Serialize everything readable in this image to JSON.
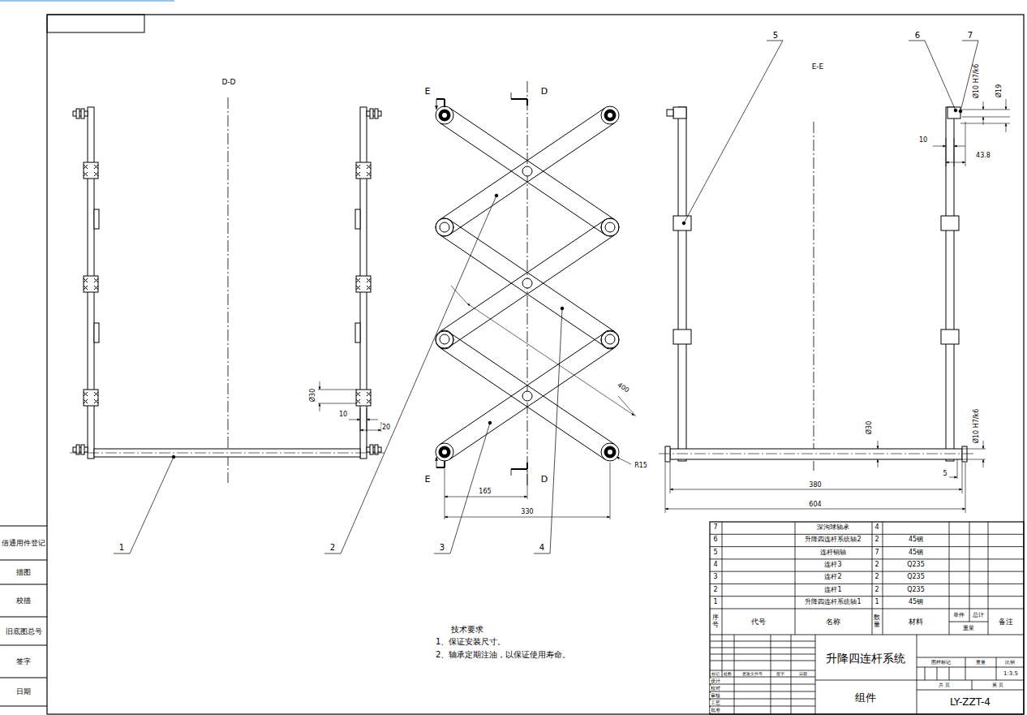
{
  "diagram": {
    "labels": [
      "D-D",
      "E-E",
      "E",
      "D",
      "E",
      "D",
      "1",
      "2",
      "3",
      "4",
      "5",
      "6",
      "7",
      "Ø30",
      "10",
      "20",
      "165",
      "330",
      "400",
      "R15",
      "Ø10 H7/k6",
      "Ø19",
      "10",
      "43.8",
      "Ø10 H7/k6",
      "Ø30",
      "5",
      "380",
      "604",
      "技术要求",
      "1、保证安装尺寸。",
      "2、轴承定期注油，以保证使用寿命。",
      "7",
      "深沟球轴承",
      "4",
      "6",
      "升降四连杆系统轴2",
      "2",
      "45钢",
      "5",
      "连杆销轴",
      "7",
      "45钢",
      "4",
      "连杆3",
      "2",
      "Q235",
      "3",
      "连杆2",
      "2",
      "Q235",
      "2",
      "连杆1",
      "2",
      "Q235",
      "1",
      "升降四连杆系统轴1",
      "1",
      "45钢",
      "序号",
      "代号",
      "名称",
      "数量",
      "材料",
      "单件",
      "总计",
      "重量",
      "备注",
      "升降四连杆系统",
      "组件",
      "LY-ZZT-4",
      "1:3.5",
      "图样标记",
      "重量",
      "比例",
      "共 页",
      "第 页",
      "标记",
      "处数",
      "更改文件号",
      "签字",
      "日期",
      "设计",
      "校对",
      "审核",
      "工艺",
      "批准",
      "借通用件登记",
      "描图",
      "校描",
      "旧底图总号",
      "签字",
      "日期"
    ]
  }
}
